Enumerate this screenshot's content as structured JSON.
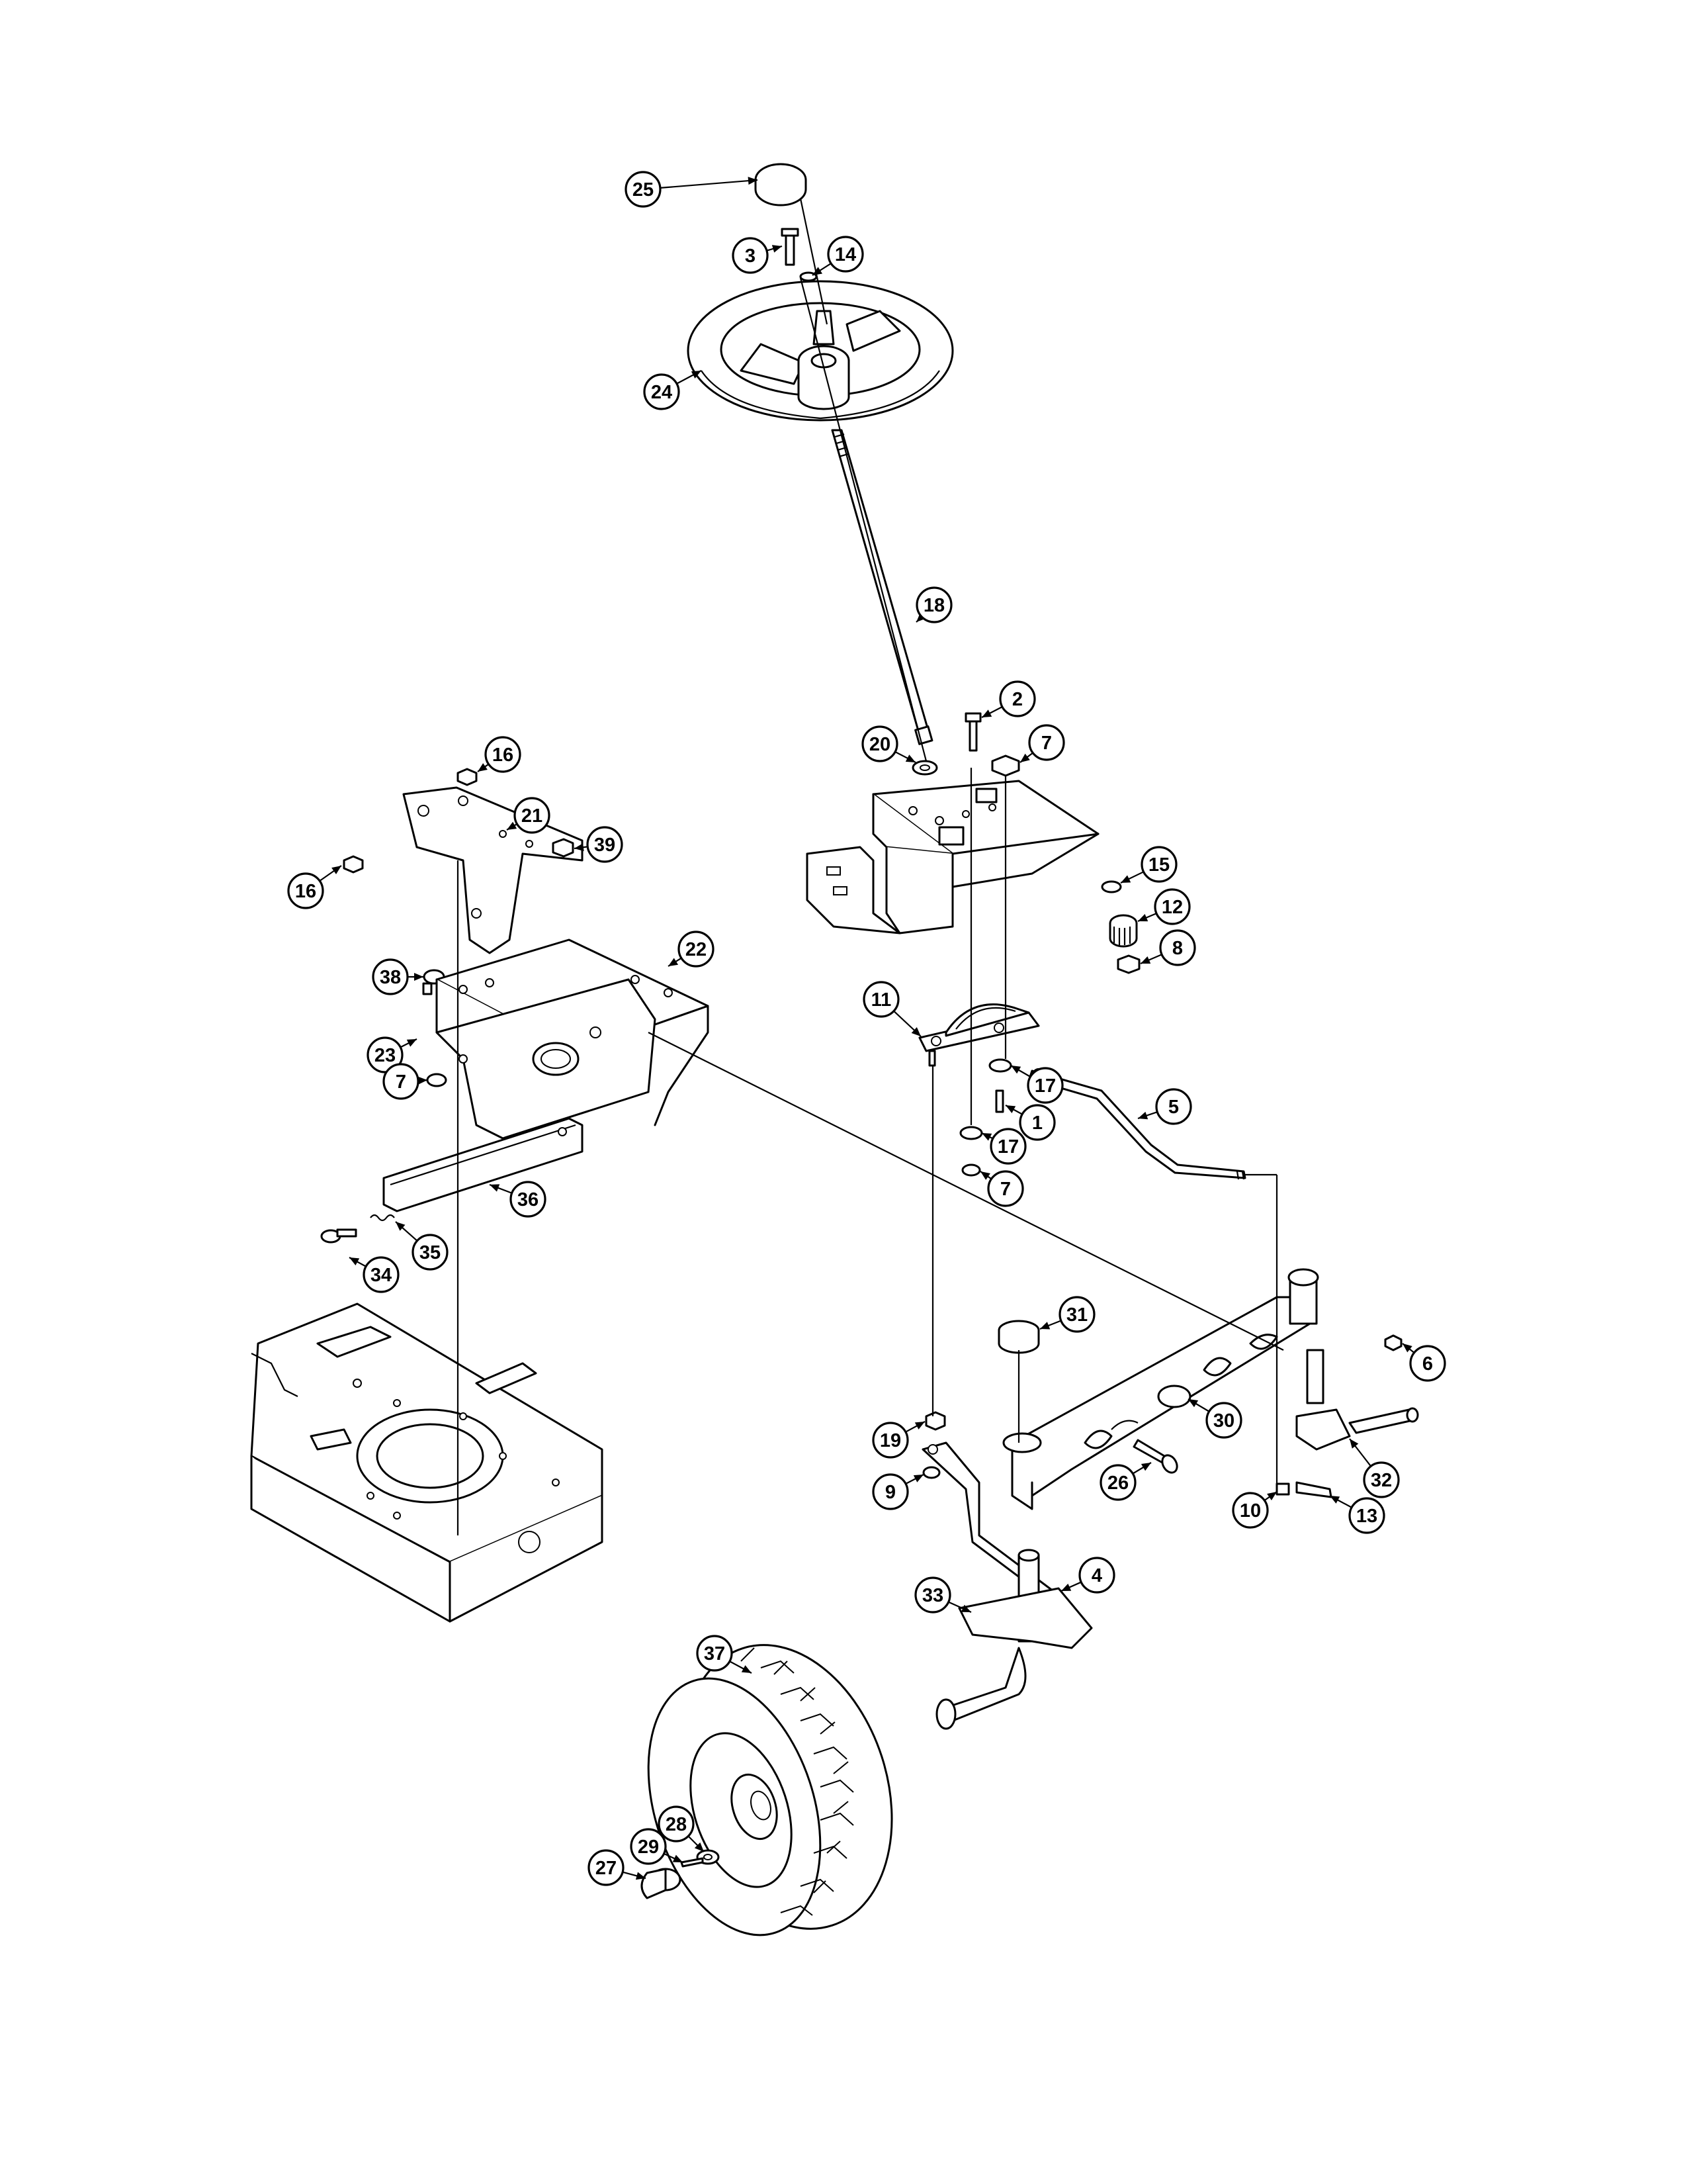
{
  "diagram": {
    "callouts": [
      {
        "label": "25"
      },
      {
        "label": "3"
      },
      {
        "label": "14"
      },
      {
        "label": "24"
      },
      {
        "label": "18"
      },
      {
        "label": "2"
      },
      {
        "label": "20"
      },
      {
        "label": "7"
      },
      {
        "label": "16"
      },
      {
        "label": "21"
      },
      {
        "label": "16"
      },
      {
        "label": "39"
      },
      {
        "label": "15"
      },
      {
        "label": "12"
      },
      {
        "label": "8"
      },
      {
        "label": "22"
      },
      {
        "label": "38"
      },
      {
        "label": "11"
      },
      {
        "label": "23"
      },
      {
        "label": "7"
      },
      {
        "label": "17"
      },
      {
        "label": "5"
      },
      {
        "label": "1"
      },
      {
        "label": "17"
      },
      {
        "label": "36"
      },
      {
        "label": "7"
      },
      {
        "label": "35"
      },
      {
        "label": "34"
      },
      {
        "label": "31"
      },
      {
        "label": "6"
      },
      {
        "label": "30"
      },
      {
        "label": "19"
      },
      {
        "label": "32"
      },
      {
        "label": "26"
      },
      {
        "label": "9"
      },
      {
        "label": "10"
      },
      {
        "label": "13"
      },
      {
        "label": "4"
      },
      {
        "label": "33"
      },
      {
        "label": "37"
      },
      {
        "label": "28"
      },
      {
        "label": "29"
      },
      {
        "label": "27"
      }
    ]
  }
}
